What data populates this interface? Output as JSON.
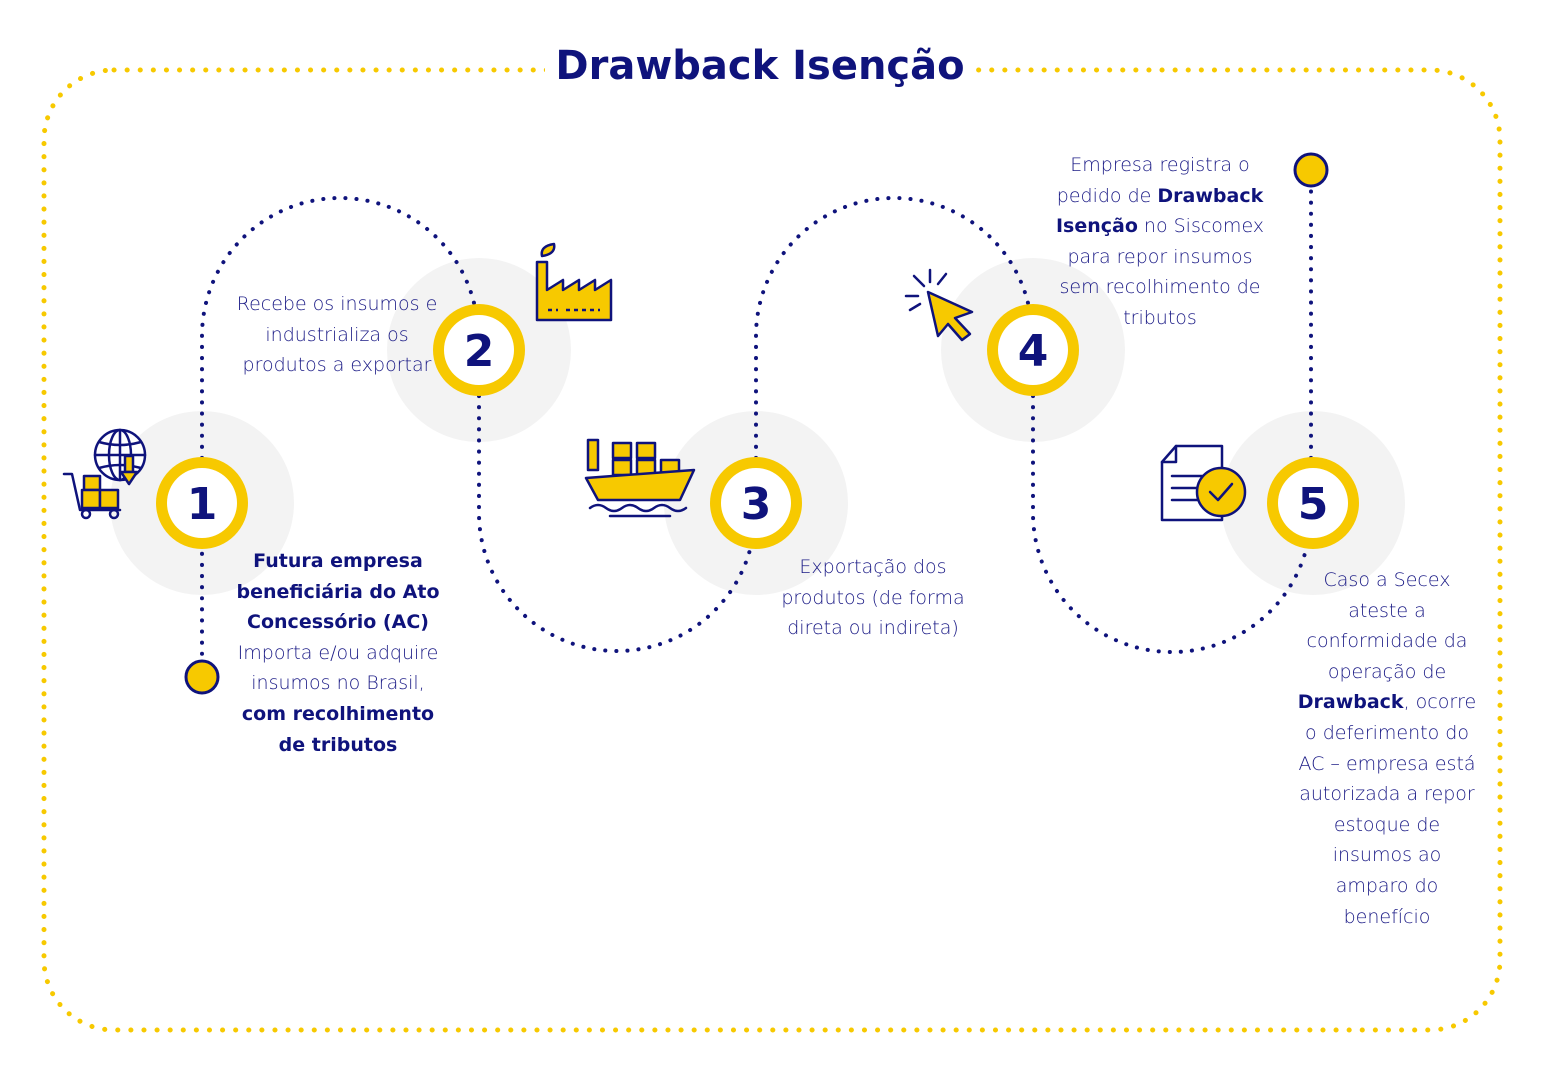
{
  "title": "Drawback Isenção",
  "colors": {
    "navy": "#0f137c",
    "yellow": "#f7c900",
    "halo": "#f3f3f3"
  },
  "steps": [
    {
      "number": "1",
      "icon": "globe-cart-boxes-icon",
      "text": {
        "bold1": "Futura empresa beneficiária do Ato Concessório (AC)",
        "normal1": " Importa e/ou adquire insumos no Brasil, ",
        "bold2": "com recolhimento de tributos"
      }
    },
    {
      "number": "2",
      "icon": "factory-icon",
      "text": {
        "normal1": "Recebe os insumos e industrializa os produtos a exportar"
      }
    },
    {
      "number": "3",
      "icon": "cargo-ship-icon",
      "text": {
        "normal1": "Exportação dos produtos (de forma direta ou indireta)"
      }
    },
    {
      "number": "4",
      "icon": "cursor-click-icon",
      "text": {
        "normal1": "Empresa registra o pedido de ",
        "bold1": "Drawback Isenção",
        "normal2": " no Siscomex para repor insumos sem recolhimento de tributos"
      }
    },
    {
      "number": "5",
      "icon": "document-check-icon",
      "text": {
        "normal1": "Caso a Secex ateste a conformidade da operação de ",
        "bold1": "Drawback",
        "normal2": ", ocorre o deferimento do AC – empresa está autorizada a repor estoque de insumos ao amparo do benefício"
      }
    }
  ]
}
